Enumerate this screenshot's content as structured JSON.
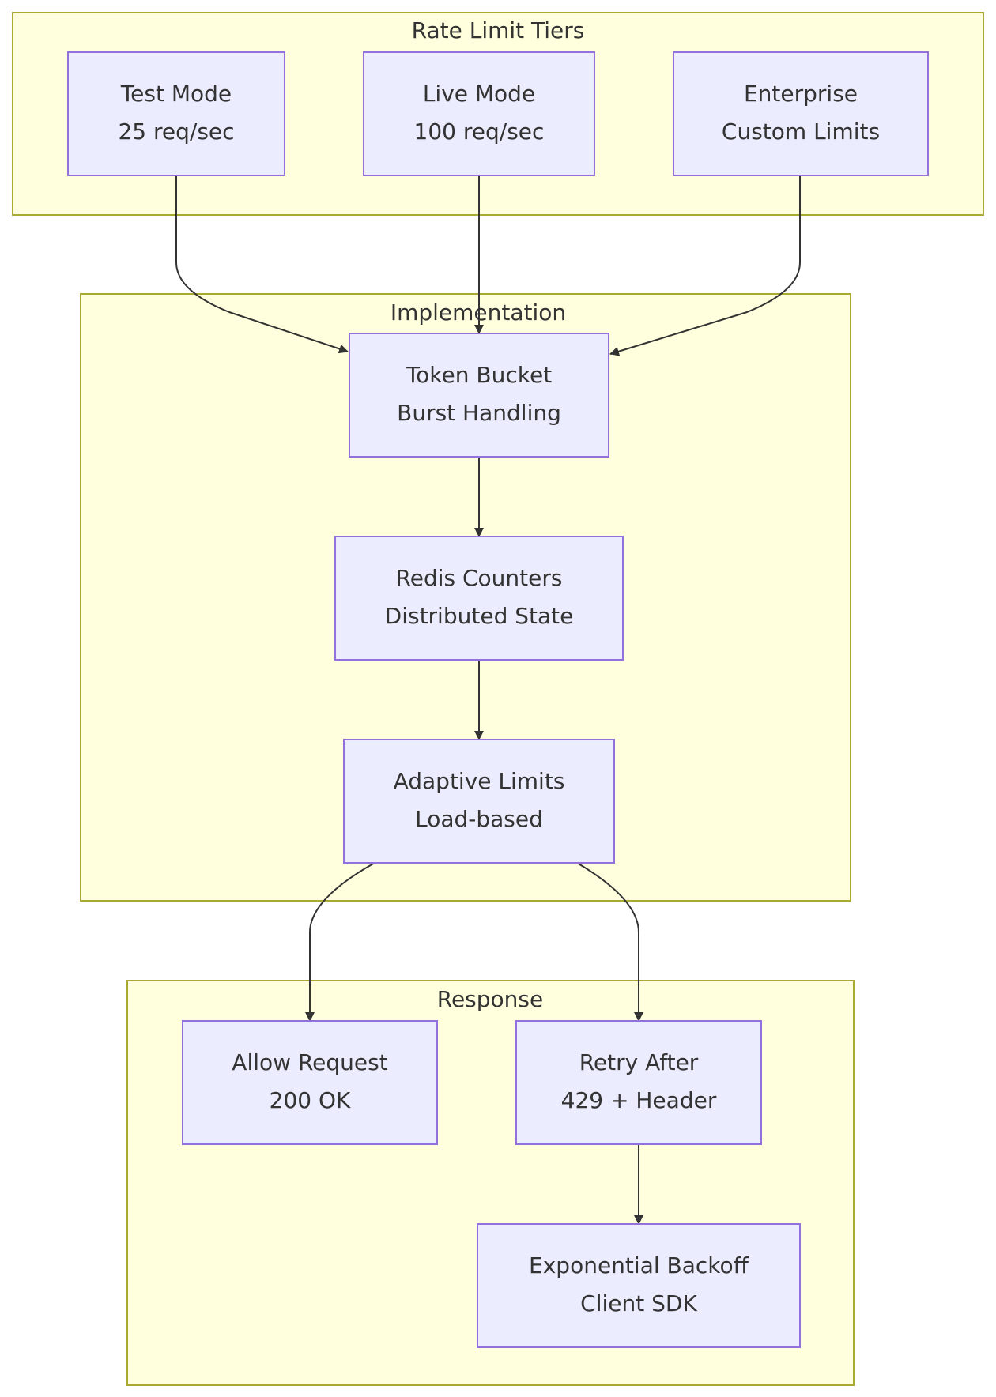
{
  "clusters": {
    "tiers": {
      "label": "Rate Limit Tiers"
    },
    "implementation": {
      "label": "Implementation"
    },
    "response": {
      "label": "Response"
    }
  },
  "nodes": {
    "test_mode": {
      "line1": "Test Mode",
      "line2": "25 req/sec"
    },
    "live_mode": {
      "line1": "Live Mode",
      "line2": "100 req/sec"
    },
    "enterprise": {
      "line1": "Enterprise",
      "line2": "Custom Limits"
    },
    "token_bucket": {
      "line1": "Token Bucket",
      "line2": "Burst Handling"
    },
    "redis_counters": {
      "line1": "Redis Counters",
      "line2": "Distributed State"
    },
    "adaptive_limits": {
      "line1": "Adaptive Limits",
      "line2": "Load-based"
    },
    "allow_request": {
      "line1": "Allow Request",
      "line2": "200 OK"
    },
    "retry_after": {
      "line1": "Retry After",
      "line2": "429 + Header"
    },
    "exponential_backoff": {
      "line1": "Exponential Backoff",
      "line2": "Client SDK"
    }
  },
  "edges": [
    {
      "from": "test_mode",
      "to": "token_bucket"
    },
    {
      "from": "live_mode",
      "to": "token_bucket"
    },
    {
      "from": "enterprise",
      "to": "token_bucket"
    },
    {
      "from": "token_bucket",
      "to": "redis_counters"
    },
    {
      "from": "redis_counters",
      "to": "adaptive_limits"
    },
    {
      "from": "adaptive_limits",
      "to": "allow_request"
    },
    {
      "from": "adaptive_limits",
      "to": "retry_after"
    },
    {
      "from": "retry_after",
      "to": "exponential_backoff"
    }
  ]
}
